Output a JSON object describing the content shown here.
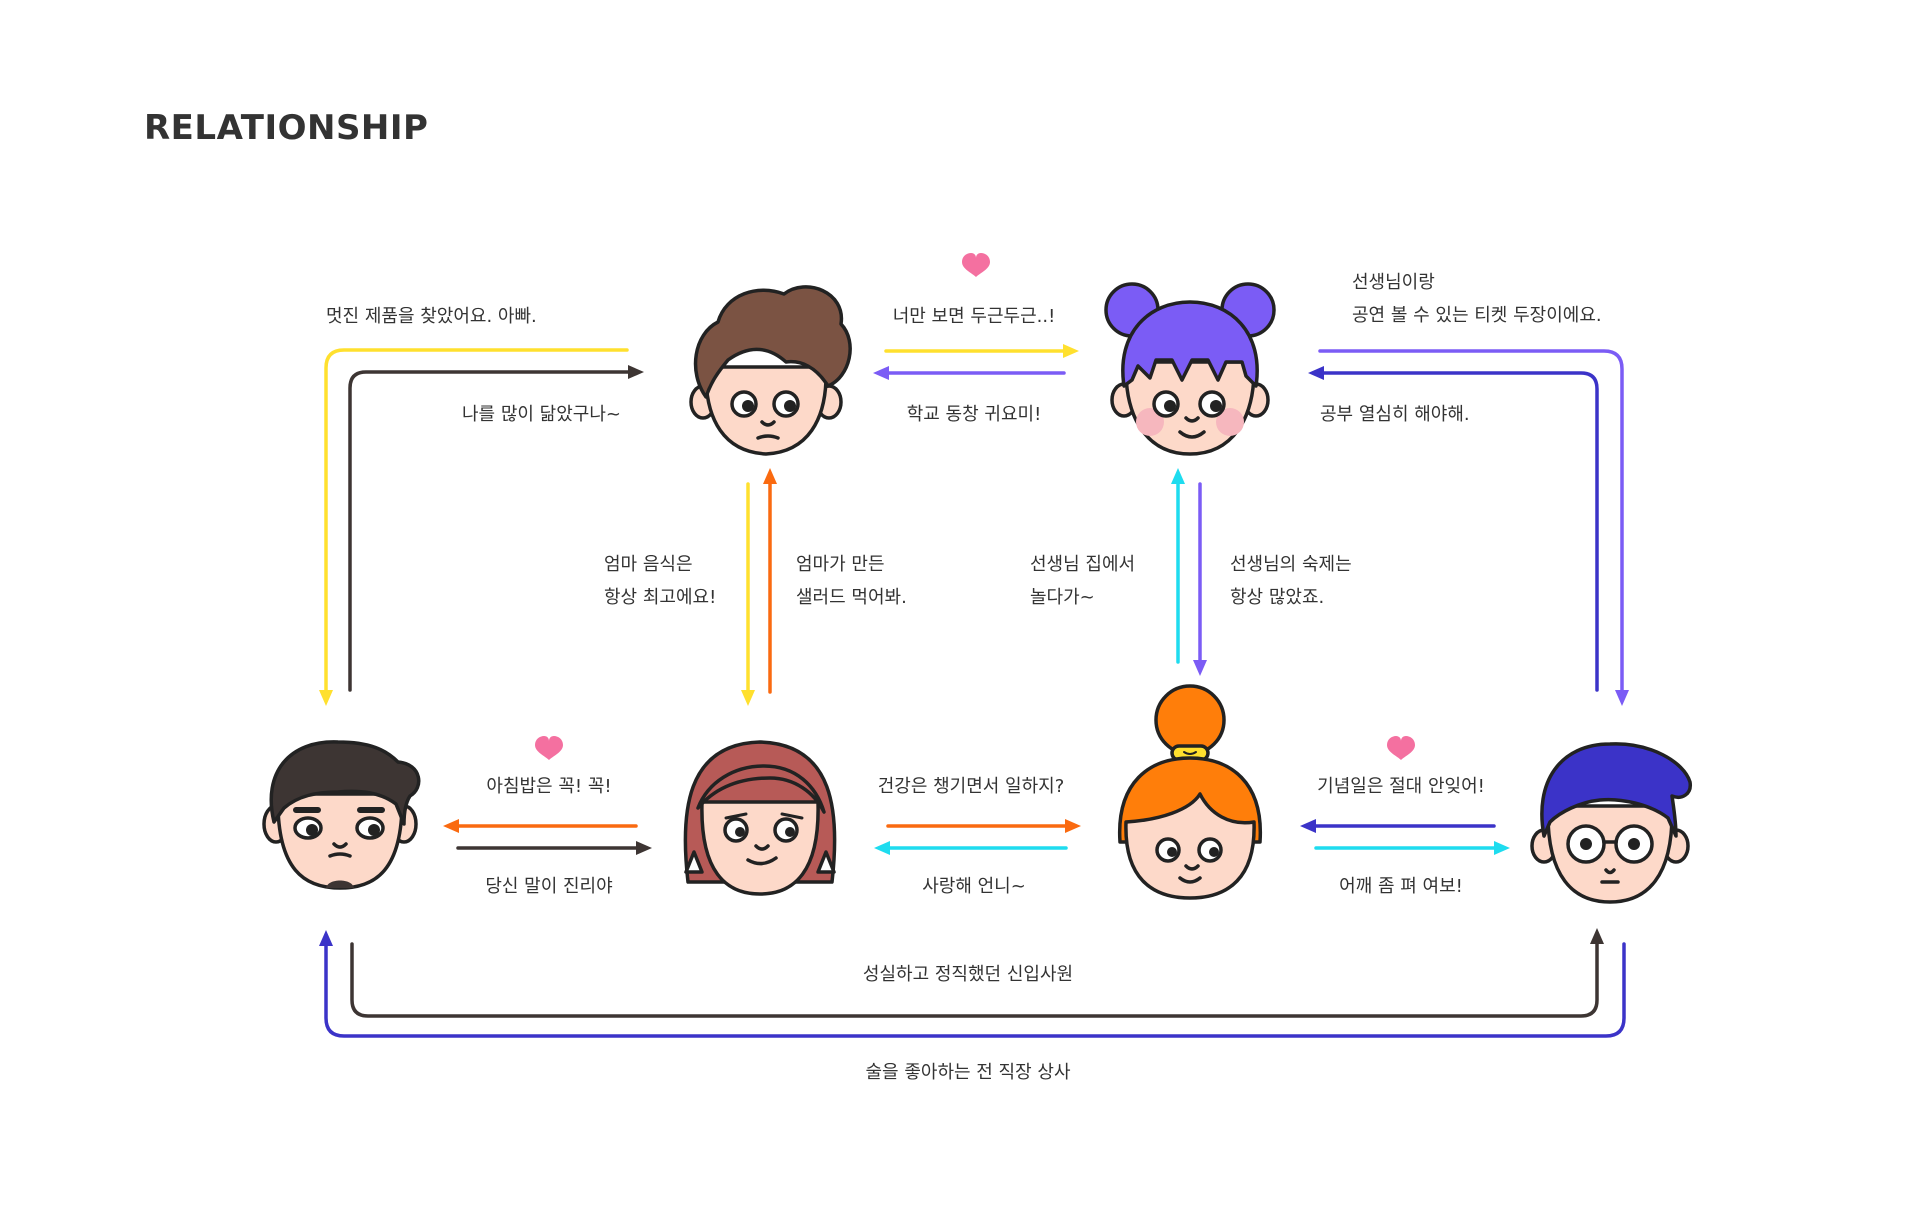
{
  "title": "RELATIONSHIP",
  "colors": {
    "yellow": "#FFE02E",
    "dark": "#3D3533",
    "violet": "#7B5CF5",
    "orange": "#FA6A10",
    "cyan": "#1EDCEF",
    "blue": "#3B33C8",
    "heart": "#F470A0",
    "outline": "#222222",
    "skin": "#FDD9C9"
  },
  "characters": [
    {
      "id": "son",
      "hair": "brown-curly-hair",
      "hair_color": "#7B5343"
    },
    {
      "id": "girl",
      "hair": "purple-bun-hair",
      "hair_color": "#7B5CF5"
    },
    {
      "id": "father",
      "hair": "black-short-hair",
      "hair_color": "#3D3533"
    },
    {
      "id": "mother",
      "hair": "red-bob-hair",
      "hair_color": "#B75A57"
    },
    {
      "id": "teacher",
      "hair": "orange-bun-hair",
      "hair_color": "#FF7E0A"
    },
    {
      "id": "boss",
      "hair": "blue-quiff-hair",
      "hair_color": "#3B33C8"
    }
  ],
  "labels": {
    "son_to_father": "멋진 제품을 찾았어요. 아빠.",
    "father_to_son": "나를 많이 닮았구나~",
    "son_to_girl": "너만 보면 두근두근..!",
    "girl_to_son": "학교 동창 귀요미!",
    "girl_to_boss": "선생님이랑\n공연 볼 수 있는 티켓 두장이에요.",
    "boss_to_girl": "공부 열심히 해야해.",
    "son_to_mother": "엄마 음식은\n항상 최고에요!",
    "mother_to_son": "엄마가 만든\n샐러드 먹어봐.",
    "teacher_to_girl": "선생님 집에서\n놀다가~",
    "girl_to_teacher": "선생님의 숙제는\n항상 많았죠.",
    "mother_to_father": "아침밥은 꼭! 꼭!",
    "father_to_mother": "당신 말이 진리야",
    "mother_to_teacher": "건강은 챙기면서 일하지?",
    "teacher_to_mother": "사랑해 언니~",
    "boss_to_teacher": "기념일은 절대 안잊어!",
    "teacher_to_boss": "어깨 좀 펴 여보!",
    "father_to_boss": "성실하고 정직했던 신입사원",
    "boss_to_father": "술을 좋아하는 전 직장 상사"
  }
}
